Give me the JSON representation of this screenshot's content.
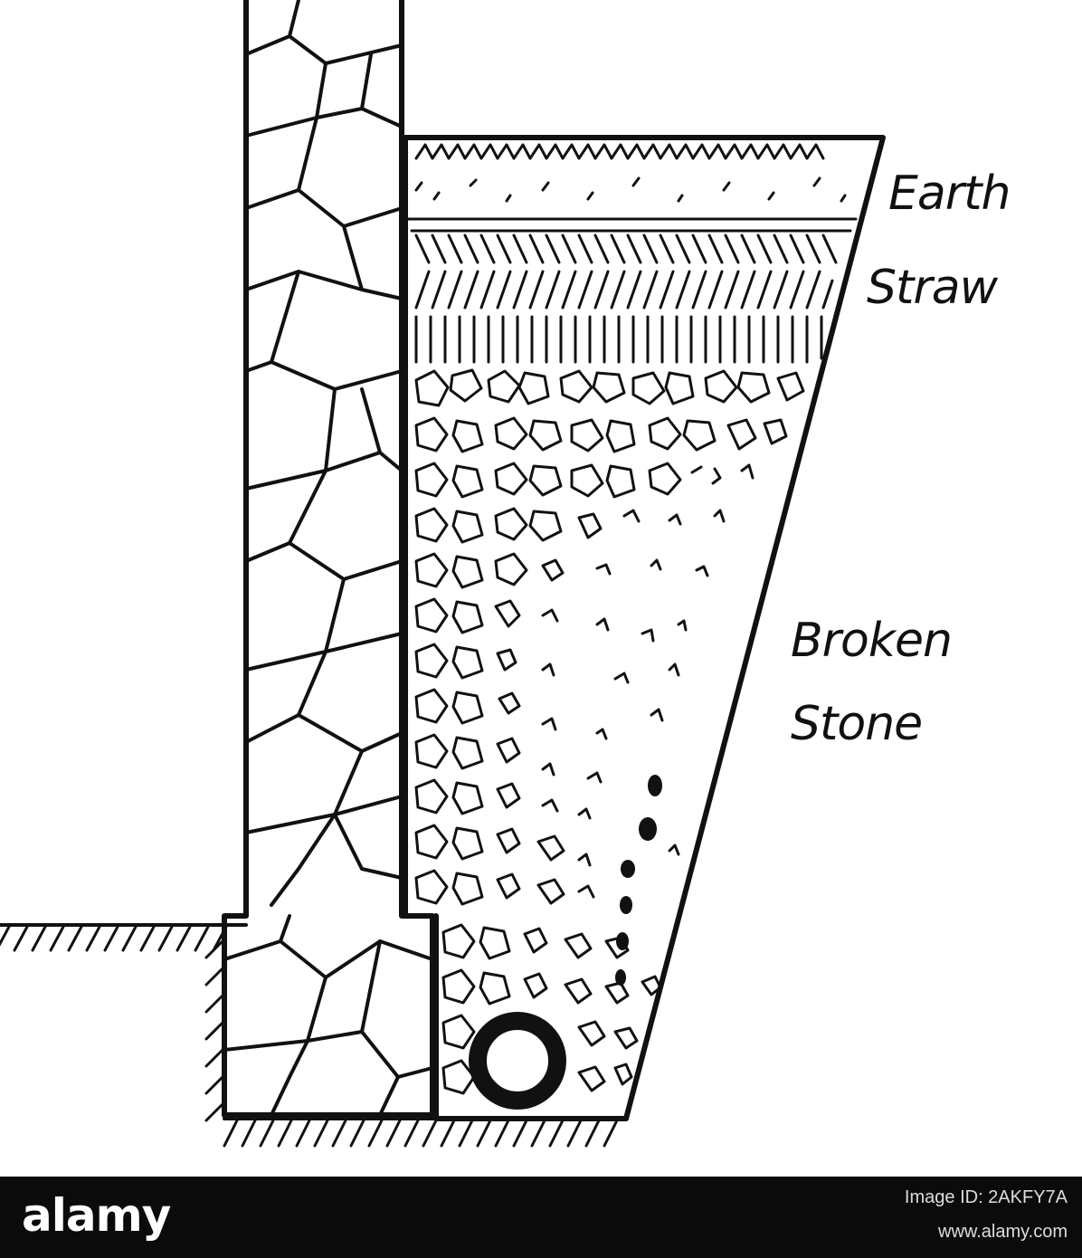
{
  "diagram": {
    "labels": {
      "earth": "Earth",
      "straw": "Straw",
      "broken_stone_line1": "Broken",
      "broken_stone_line2": "Stone"
    }
  },
  "watermark": {
    "brand": "alamy",
    "image_id": "Image ID: 2AKFY7A",
    "site": "www.alamy.com"
  },
  "colors": {
    "ink": "#111111",
    "paper": "#ffffff",
    "footer": "#0b0b0b"
  }
}
